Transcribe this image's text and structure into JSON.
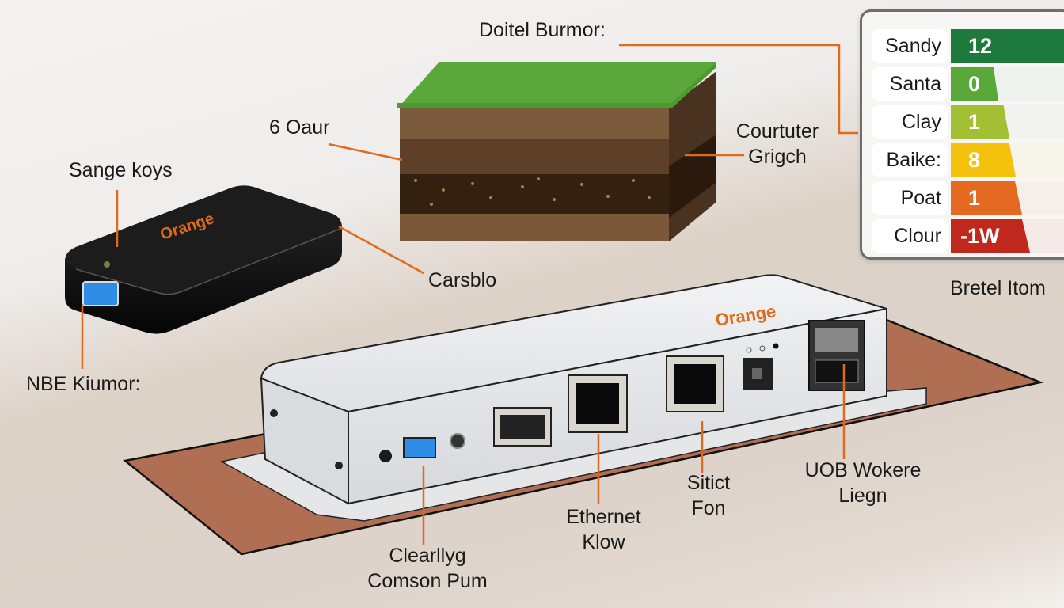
{
  "title_callout": "Doitel Burmor:",
  "labels": {
    "six_oaur": "6 Oaur",
    "sange_koys": "Sange koys",
    "courtuter_line1": "Courtuter",
    "courtuter_line2": "Grigch",
    "carsblo": "Carsblo",
    "nbe_kiumor": "NBE Kiumor:",
    "bretel_itom": "Bretel Itom",
    "clearllyg_line1": "Clearllyg",
    "clearllyg_line2": "Comson Pum",
    "ethernet_line1": "Ethernet",
    "ethernet_line2": "Klow",
    "sitict_line1": "Sitict",
    "sitict_line2": "Fon",
    "uob_line1": "UOB Wokere",
    "uob_line2": "Liegn"
  },
  "devices": {
    "portable_brand": "Orange",
    "router_brand": "Orange"
  },
  "legend": {
    "items": [
      {
        "name": "Sandy",
        "value": "12",
        "color": "#1e7a3c"
      },
      {
        "name": "Santa",
        "value": "0",
        "color": "#5aa83a"
      },
      {
        "name": "Clay",
        "value": "1",
        "color": "#a3c034"
      },
      {
        "name": "Baike:",
        "value": "8",
        "color": "#f4c20d"
      },
      {
        "name": "Poat",
        "value": "1",
        "color": "#e46a22"
      },
      {
        "name": "Clour",
        "value": "-1W",
        "color": "#c0281e"
      }
    ]
  },
  "colors": {
    "accent_orange": "#e06a1c",
    "grass": "#5aa83a",
    "soil_light": "#7c5a3c",
    "soil_mid": "#5e4028",
    "soil_dark": "#3a2618",
    "mat": "#b06e52",
    "usb_blue": "#2e8ee6"
  }
}
